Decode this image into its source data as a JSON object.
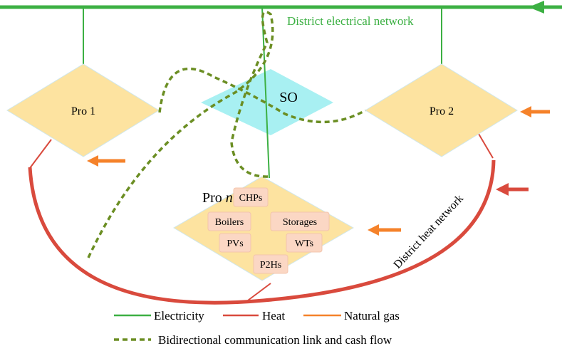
{
  "colors": {
    "electricity": "#3cb043",
    "heat": "#d94a3d",
    "gas": "#f5822a",
    "comm": "#6b8e23",
    "diamond": "#fde3a0",
    "so": "#a8f0f2",
    "tech_box": "#fbd7c4",
    "network_label": "#3cb043"
  },
  "labels": {
    "electrical_network": "District electrical network",
    "heat_network": "District heat network",
    "so": "SO",
    "pro1": "Pro 1",
    "pro2": "Pro 2",
    "pron_prefix": "Pro ",
    "pron_italic": "n"
  },
  "technologies": [
    "CHPs",
    "Boilers",
    "Storages",
    "PVs",
    "WTs",
    "P2Hs"
  ],
  "legend": {
    "electricity": "Electricity",
    "heat": "Heat",
    "gas": "Natural gas",
    "comm": "Bidirectional communication link and cash flow"
  }
}
